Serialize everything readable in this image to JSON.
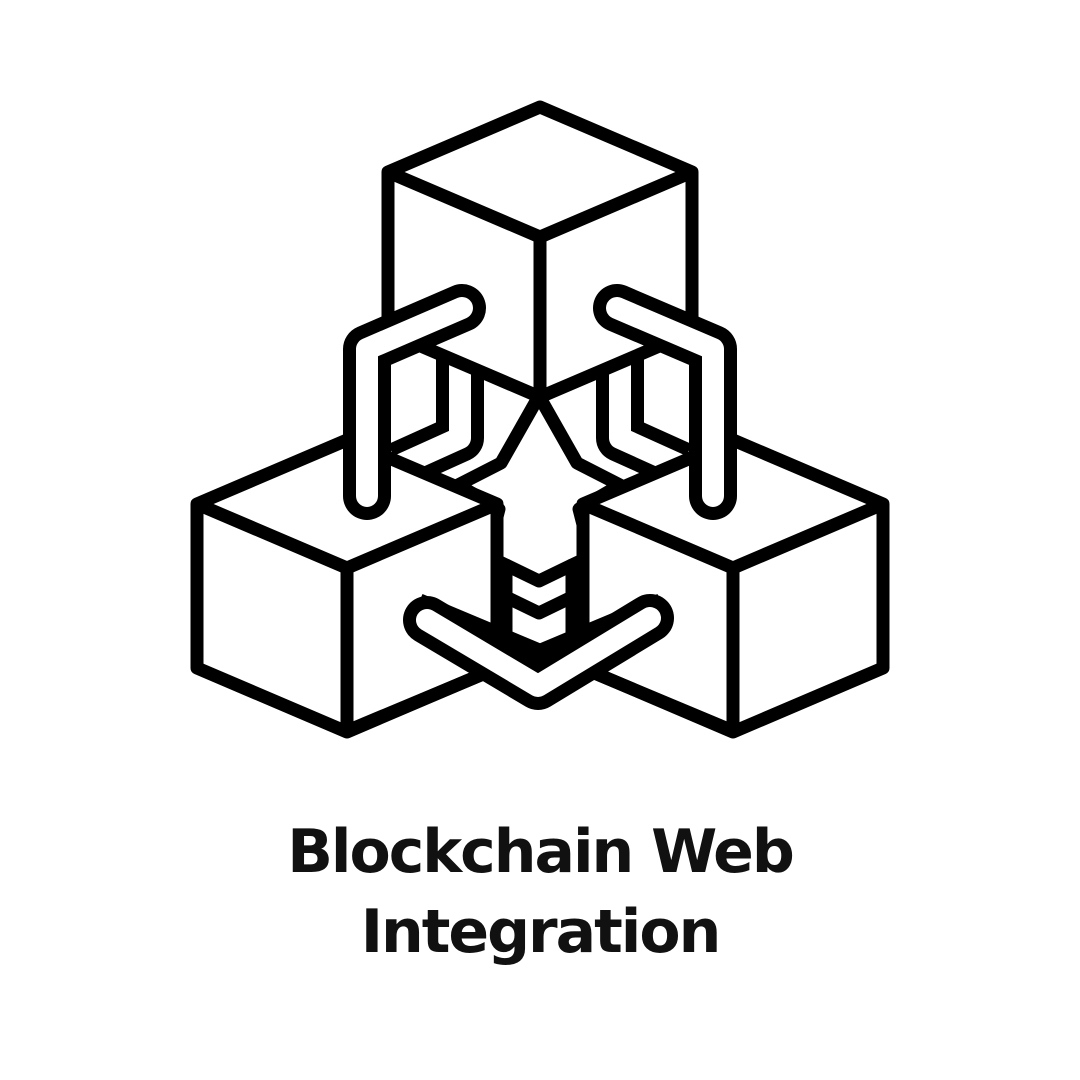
{
  "page": {
    "background_color": "#ffffff",
    "kind": "icon-card"
  },
  "icon": {
    "name": "blockchain-cubes-chain-icon",
    "stroke_color": "#000000",
    "fill_color": "#ffffff",
    "elements": [
      "top-cube",
      "bottom-left-cube",
      "bottom-right-cube",
      "left-chain-link",
      "right-chain-link",
      "bottom-chain-link",
      "center-star",
      "chevron-column"
    ]
  },
  "caption": {
    "line1": "Blockchain Web",
    "line2": "Integration",
    "color": "#111111"
  }
}
